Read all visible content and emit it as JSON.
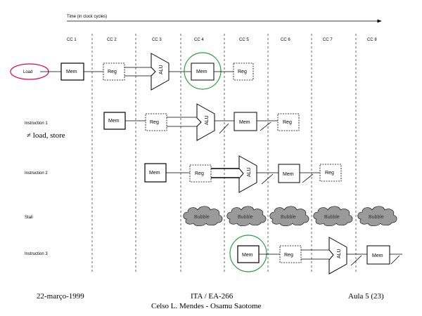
{
  "header": {
    "time_label": "Time (in clock cycles)"
  },
  "clock_cycles": [
    "CC 1",
    "CC 2",
    "CC 3",
    "CC 4",
    "CC 5",
    "CC 6",
    "CC 7",
    "CC 8"
  ],
  "rows": [
    {
      "label": "Load",
      "highlighted": true,
      "note": ""
    },
    {
      "label": "Instruction 1",
      "highlighted": false,
      "note": "≠ load, store"
    },
    {
      "label": "Instruction 2",
      "highlighted": false,
      "note": ""
    },
    {
      "label": "Stall",
      "highlighted": false,
      "note": ""
    },
    {
      "label": "Instruction 3",
      "highlighted": false,
      "note": ""
    }
  ],
  "stage_labels": {
    "mem": "Mem",
    "reg": "Reg",
    "alu": "ALU"
  },
  "bubbles": [
    "Bubble",
    "Bubble",
    "Bubble",
    "Bubble",
    "Bubble"
  ],
  "footer": {
    "date": "22-março-1999",
    "course": "ITA / EA-266",
    "authors": "Celso L. Mendes - Osamu Saotome",
    "page": "Aula 5 (23)"
  },
  "colors": {
    "highlight_oval": "#e0004a",
    "forward_circle": "#2e9e3e",
    "cloud_fill": "#9a9a9a"
  }
}
